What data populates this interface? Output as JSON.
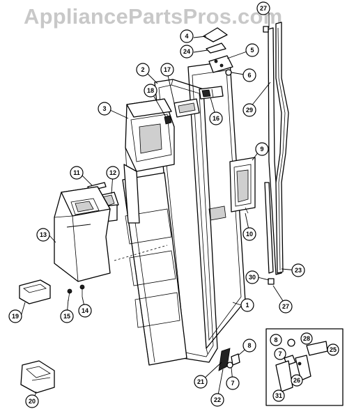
{
  "watermark": "AppliancePartsPros.com",
  "callouts": [
    "27",
    "4",
    "24",
    "5",
    "6",
    "2",
    "17",
    "18",
    "3",
    "16",
    "29",
    "9",
    "11",
    "12",
    "13",
    "10",
    "30",
    "23",
    "19",
    "15",
    "14",
    "1",
    "27",
    "8",
    "28",
    "25",
    "7",
    "8",
    "26",
    "21",
    "22",
    "7",
    "31",
    "20"
  ]
}
